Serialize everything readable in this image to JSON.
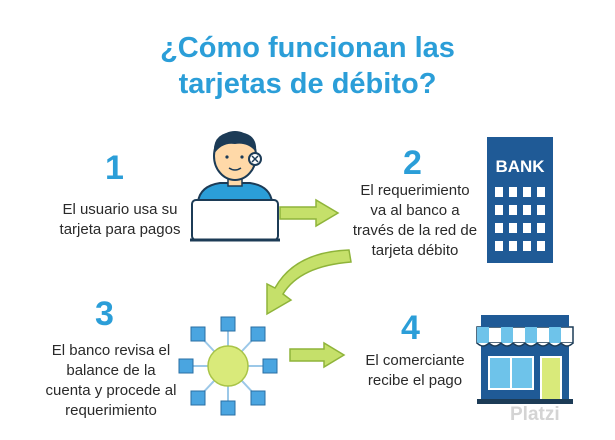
{
  "title": {
    "line1": "¿Cómo funcionan las",
    "line2": "tarjetas de débito?"
  },
  "steps": [
    {
      "number": "1",
      "lines": [
        "El usuario usa su",
        "tarjeta para pagos"
      ]
    },
    {
      "number": "2",
      "lines": [
        "El requerimiento",
        "va al banco a",
        "través de la red de",
        "tarjeta débito"
      ]
    },
    {
      "number": "3",
      "lines": [
        "El banco revisa el",
        "balance de la",
        "cuenta y procede al",
        "requerimiento"
      ]
    },
    {
      "number": "4",
      "lines": [
        "El comerciante",
        "recibe el pago"
      ]
    }
  ],
  "bank_sign": "BANK",
  "watermark": "Platzi",
  "colors": {
    "title": "#2b9ed8",
    "arrow": "#c5e06a",
    "building": "#1f5a96",
    "network_node": "#4aa5e0",
    "network_hub": "#d9ea7a"
  }
}
